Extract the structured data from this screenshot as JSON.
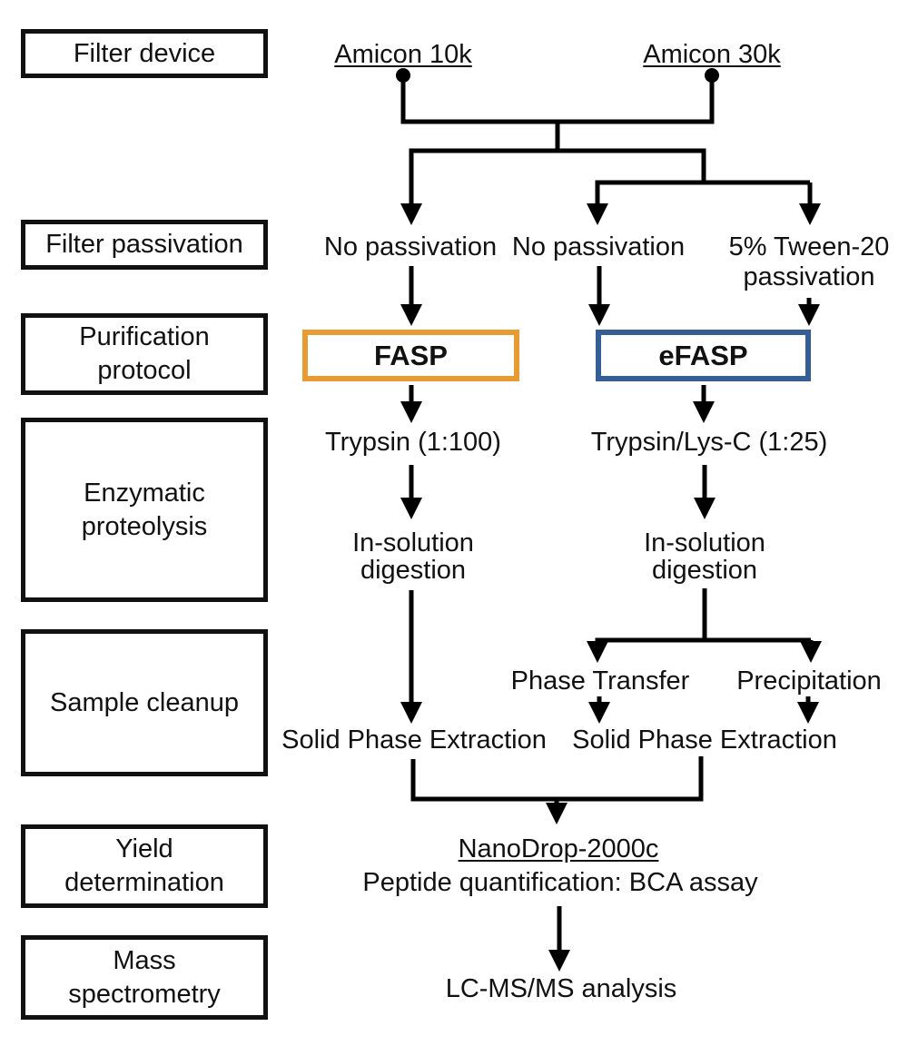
{
  "colors": {
    "fasp_border": "#E89B33",
    "efasp_border": "#355E96",
    "line": "#000000",
    "text": "#111111",
    "background": "#FFFFFF"
  },
  "stages": [
    {
      "id": "filter-device",
      "lines": [
        "Filter device"
      ]
    },
    {
      "id": "filter-passivation",
      "lines": [
        "Filter passivation"
      ]
    },
    {
      "id": "purification-protocol",
      "lines": [
        "Purification",
        "protocol"
      ]
    },
    {
      "id": "enzymatic-proteolysis",
      "lines": [
        "Enzymatic",
        "proteolysis"
      ]
    },
    {
      "id": "sample-cleanup",
      "lines": [
        "Sample cleanup"
      ]
    },
    {
      "id": "yield-determination",
      "lines": [
        "Yield",
        "determination"
      ]
    },
    {
      "id": "mass-spectrometry",
      "lines": [
        "Mass",
        "spectrometry"
      ]
    }
  ],
  "flow": {
    "amicon_10k": "Amicon 10k",
    "amicon_30k": "Amicon 30k",
    "no_passivation_left": "No passivation",
    "no_passivation_middle": "No passivation",
    "tween_passivation_line1": "5% Tween-20",
    "tween_passivation_line2": "passivation",
    "fasp": "FASP",
    "efasp": "eFASP",
    "trypsin_fasp": "Trypsin (1:100)",
    "trypsin_efasp": "Trypsin/Lys-C (1:25)",
    "in_solution_line1": "In-solution",
    "in_solution_line2": "digestion",
    "phase_transfer": "Phase Transfer",
    "precipitation": "Precipitation",
    "spe_left": "Solid Phase Extraction",
    "spe_right": "Solid Phase Extraction",
    "nanodrop": "NanoDrop-2000c",
    "peptide_quantification": "Peptide quantification: BCA assay",
    "lcms": "LC-MS/MS analysis"
  }
}
